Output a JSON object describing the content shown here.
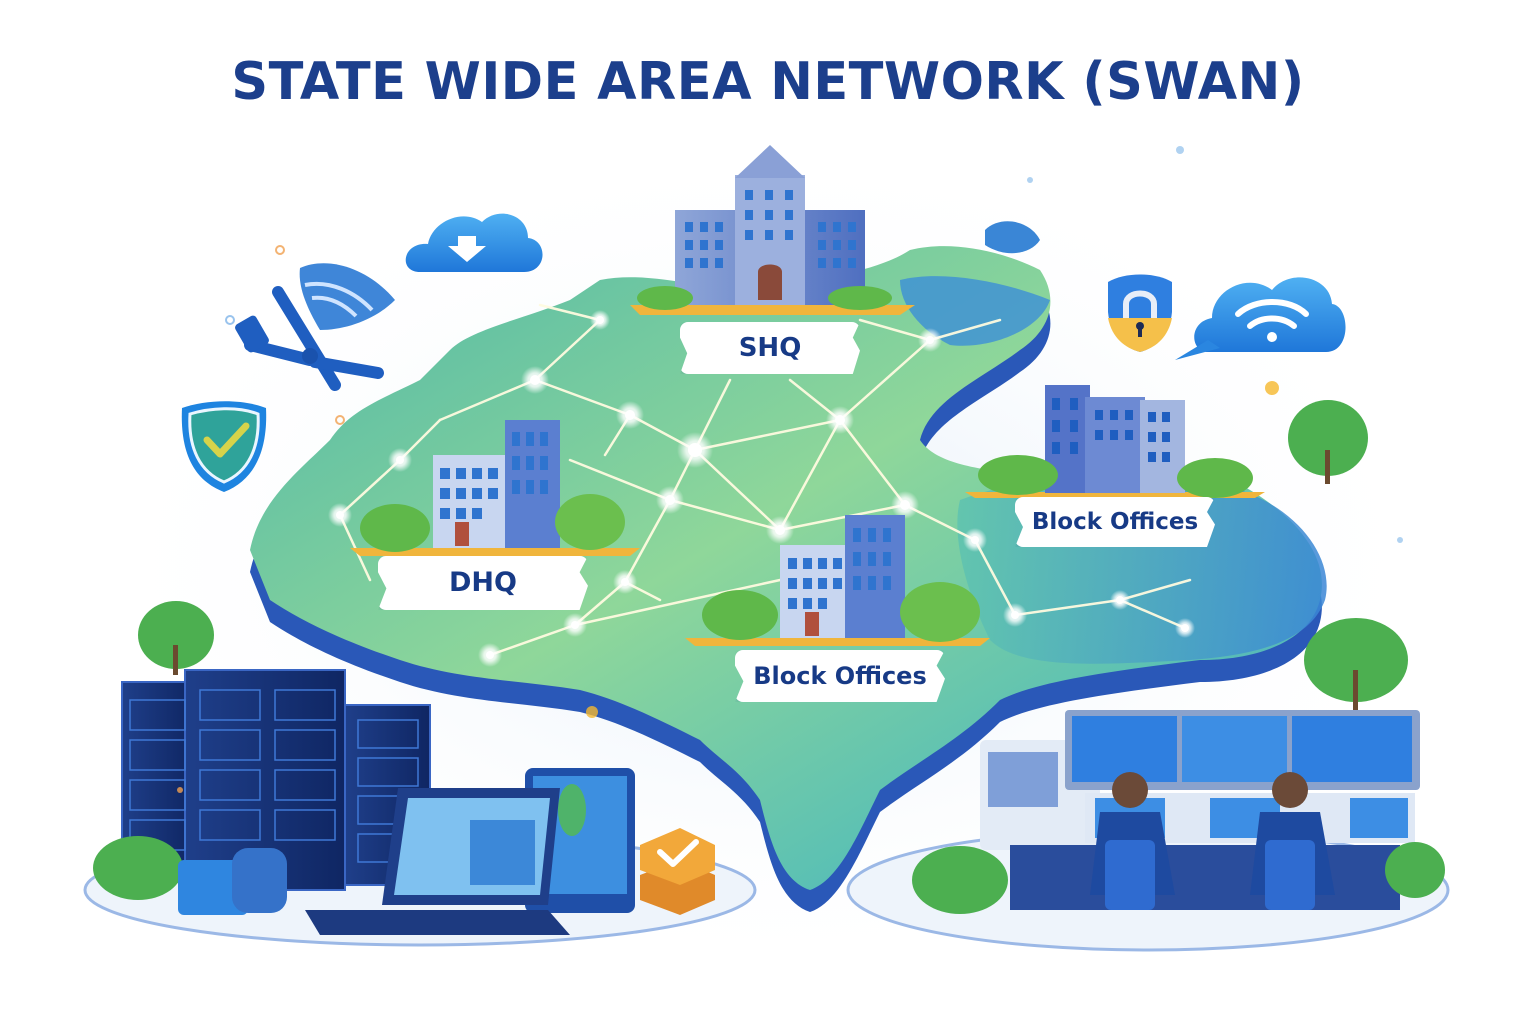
{
  "title": "STATE WIDE AREA NETWORK (SWAN)",
  "labels": {
    "shq": "SHQ",
    "dhq": "DHQ",
    "block_offices_right": "Block Offices",
    "block_offices_center": "Block Offices"
  },
  "icons": [
    {
      "name": "cloud-download-icon",
      "position": "top-left"
    },
    {
      "name": "satellite-dish-icon",
      "position": "left"
    },
    {
      "name": "shield-check-icon",
      "position": "left"
    },
    {
      "name": "lock-shield-icon",
      "position": "top-right"
    },
    {
      "name": "cloud-wifi-icon",
      "position": "top-right"
    },
    {
      "name": "coin-check-icon",
      "position": "bottom-center-left"
    }
  ],
  "scenes": {
    "data_center": "server racks with laptop and tablet",
    "control_room": "two operators at monitoring screens"
  },
  "colors": {
    "title": "#1c3f8c",
    "label_text": "#173a86",
    "map_green": "#6cc69a",
    "map_blue": "#2f6fd0",
    "map_edge": "#2a58b8",
    "node_glow": "#ffffff",
    "accent_gold": "#f2b233"
  }
}
